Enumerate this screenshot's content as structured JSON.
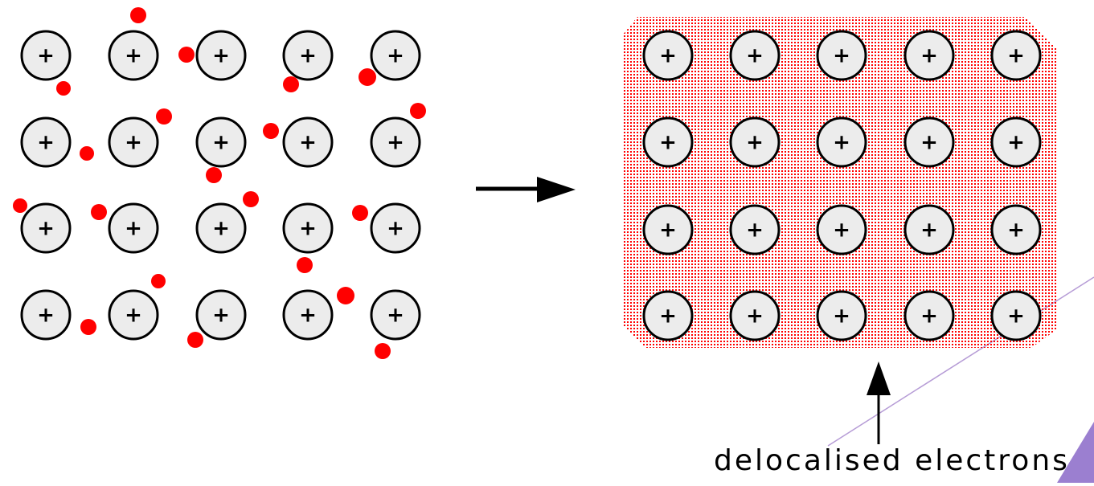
{
  "diagram": {
    "ion_symbol": "+",
    "caption": "delocalised electrons",
    "grid": {
      "rows": 4,
      "cols": 5
    },
    "colors": {
      "electron": "#ff0000",
      "ion_fill": "#ececec",
      "ion_outline": "#000000",
      "background": "#ffffff",
      "sea_dots": "#ff0000",
      "decorative_line": "#b69cd6"
    },
    "panels": [
      {
        "name": "localised-lattice",
        "electrons": "individual"
      },
      {
        "name": "metallic-lattice",
        "electrons": "sea"
      }
    ]
  }
}
